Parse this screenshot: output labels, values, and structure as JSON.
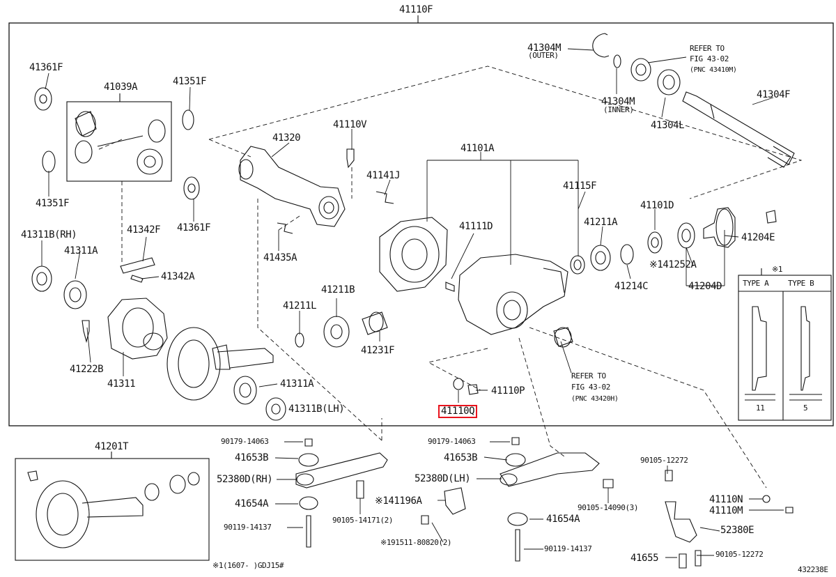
{
  "diagram_id": "432238E",
  "highlight_color": "#e8131d",
  "footnote": "※1(1607-    )GDJ15#",
  "callouts": {
    "top": "41110F",
    "l41304m_outer": "41304M",
    "outer": "(OUTER)",
    "refer_top_1": "REFER TO",
    "refer_top_2": "FIG 43-02",
    "refer_top_3": "(PNC 43410M)",
    "l41304m_inner": "41304M",
    "inner": "(INNER)",
    "l41304l": "41304L",
    "l41304f": "41304F",
    "l41361f_a": "41361F",
    "l41039a": "41039A",
    "l41351f_a": "41351F",
    "l41351f_b": "41351F",
    "l41361f_b": "41361F",
    "l41320": "41320",
    "l41110v": "41110V",
    "l41101a": "41101A",
    "l41141j": "41141J",
    "l41115f": "41115F",
    "l41101d": "41101D",
    "l41211a": "41211A",
    "l41204e": "41204E",
    "l41111d": "41111D",
    "l41311b_rh": "41311B(RH)",
    "l41342f": "41342F",
    "l41435a": "41435A",
    "l41311a_a": "41311A",
    "l41342a": "41342A",
    "l141252a": "※141252A",
    "l41214c": "41214C",
    "l41204d": "41204D",
    "l41211b": "41211B",
    "l41211l": "41211L",
    "l41231f": "41231F",
    "l41222b": "41222B",
    "l41311": "41311",
    "l41311a_b": "41311A",
    "l41311b_lh": "41311B(LH)",
    "l41110p": "41110P",
    "l41110q": "41110Q",
    "refer_mid_1": "REFER TO",
    "refer_mid_2": "FIG 43-02",
    "refer_mid_3": "(PNC 43420H)",
    "type_note": "※1",
    "type_a": "TYPE A",
    "type_b": "TYPE B",
    "dim_a": "11",
    "dim_b": "5",
    "l41201t": "41201T",
    "b90179_a": "90179-14063",
    "b41653b_a": "41653B",
    "b52380d_rh": "52380D(RH)",
    "b41654a_a": "41654A",
    "b90119_a": "90119-14137",
    "b90105_14171": "90105-14171(2)",
    "b90179_b": "90179-14063",
    "b41653b_b": "41653B",
    "b52380d_lh": "52380D(LH)",
    "b141196a": "※141196A",
    "b90105_14090": "90105-14090(3)",
    "b41654a_b": "41654A",
    "b191511": "※191511-80820(2)",
    "b90119_b": "90119-14137",
    "b90105_12272_a": "90105-12272",
    "b41110n": "41110N",
    "b41110m": "41110M",
    "b52380e": "52380E",
    "b41655": "41655",
    "b90105_12272_b": "90105-12272"
  }
}
